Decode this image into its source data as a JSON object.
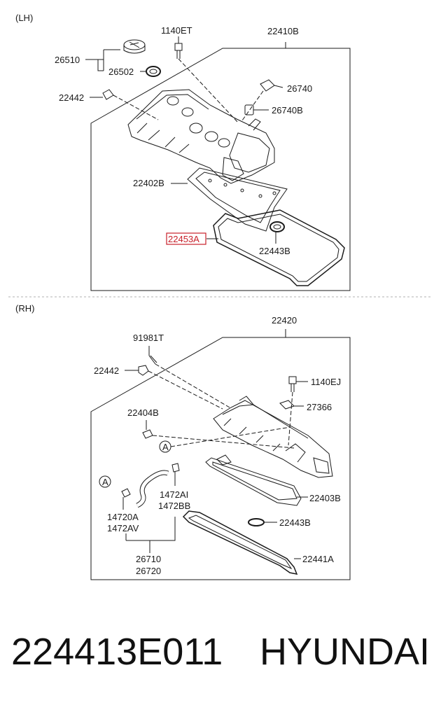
{
  "sections": {
    "lh": "(LH)",
    "rh": "(RH)"
  },
  "lh_labels": {
    "p1140ET": "1140ET",
    "p22410B": "22410B",
    "p26510": "26510",
    "p26502": "26502",
    "p22442": "22442",
    "p26740": "26740",
    "p26740B": "26740B",
    "p22402B": "22402B",
    "p22453A": "22453A",
    "p22443B": "22443B"
  },
  "rh_labels": {
    "p22420": "22420",
    "p91981T": "91981T",
    "p22442": "22442",
    "p1140EJ": "1140EJ",
    "p27366": "27366",
    "p22404B": "22404B",
    "markA1": "A",
    "markA2": "A",
    "p1472AI": "1472AI",
    "p1472BB": "1472BB",
    "p14720A": "14720A",
    "p1472AV": "1472AV",
    "p22403B": "22403B",
    "p22443B": "22443B",
    "p26710": "26710",
    "p26720": "26720",
    "p22441A": "22441A"
  },
  "caption": {
    "part_number": "224413E011",
    "brand": "HYUNDAI"
  },
  "colors": {
    "line": "#1a1a1a",
    "highlight": "#c8202a",
    "divider": "#b0b0b0"
  }
}
